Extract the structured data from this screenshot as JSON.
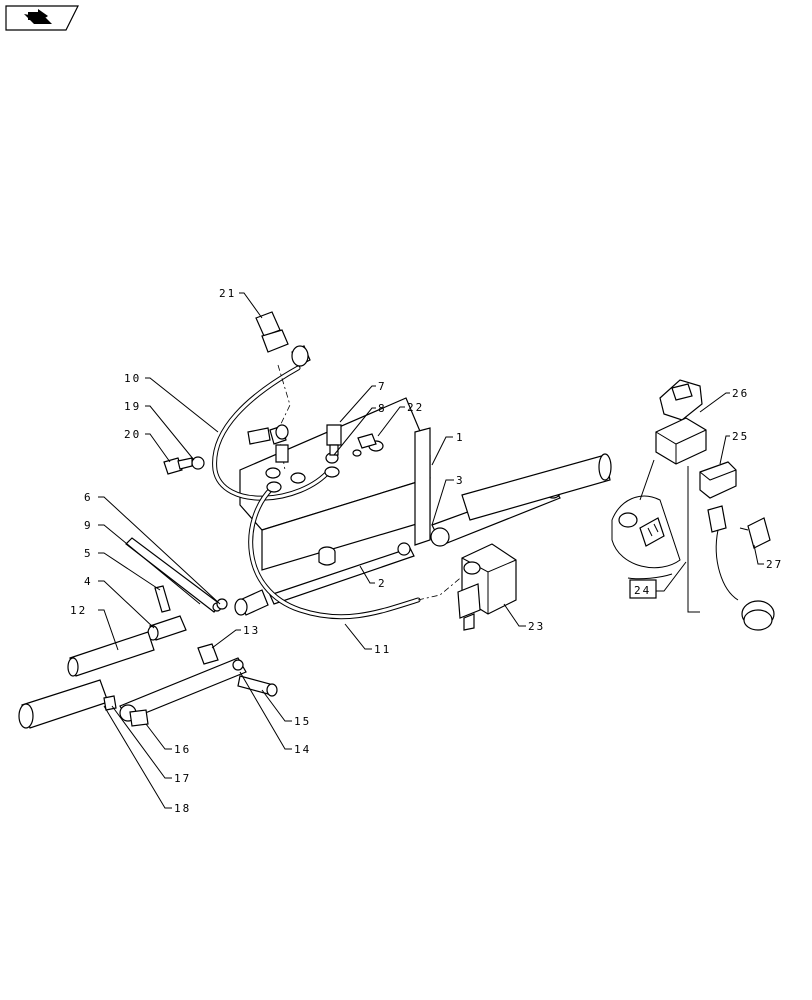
{
  "nav_icon": "return-arrow-icon",
  "labels": {
    "l1": "1",
    "l2": "2",
    "l3": "3",
    "l4": "4",
    "l5": "5",
    "l6": "6",
    "l7": "7",
    "l8": "8",
    "l9": "9",
    "l10": "10",
    "l11": "11",
    "l12": "12",
    "l13": "13",
    "l14": "14",
    "l15": "15",
    "l16": "16",
    "l17": "17",
    "l18": "18",
    "l19": "19",
    "l20": "20",
    "l21": "21",
    "l22": "22",
    "l23": "23",
    "l24": "24",
    "l25": "25",
    "l26": "26",
    "l27": "27"
  }
}
